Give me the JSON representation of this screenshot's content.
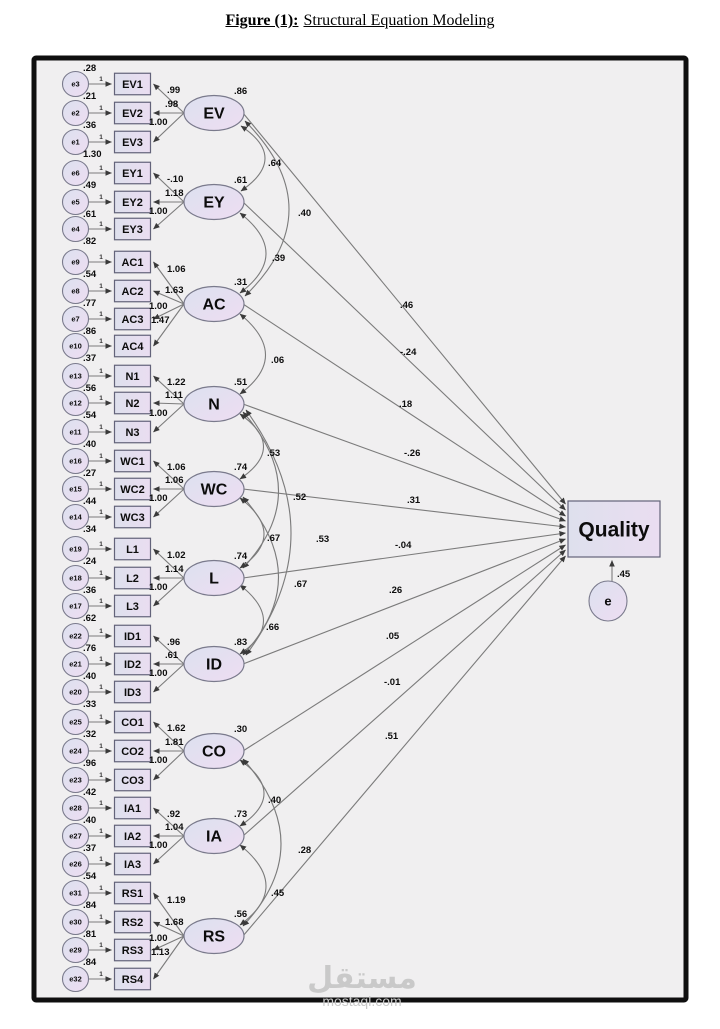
{
  "title": {
    "bold": "Figure (1):",
    "rest": "Structural Equation Modeling"
  },
  "watermark": {
    "arabic": "مستقل",
    "domain": "mostaql.com"
  },
  "quality": {
    "label": "Quality",
    "error_label": "e",
    "error_loading": ".45"
  },
  "error_arrow_weight": "1",
  "groups": [
    {
      "latent": "EV",
      "variance": ".86",
      "path": ".46",
      "indicators": [
        {
          "name": "EV1",
          "loading": ".99",
          "error": "e3",
          "error_var": ".21",
          "note_above": ".28"
        },
        {
          "name": "EV2",
          "loading": ".98",
          "error": "e2",
          "error_var": ".36"
        },
        {
          "name": "EV3",
          "loading": "1.00",
          "error": "e1",
          "error_var": "1.30"
        }
      ]
    },
    {
      "latent": "EY",
      "variance": ".61",
      "path": "-.24",
      "indicators": [
        {
          "name": "EY1",
          "loading": "-.10",
          "error": "e6",
          "error_var": ".49"
        },
        {
          "name": "EY2",
          "loading": "1.18",
          "error": "e5",
          "error_var": ".61"
        },
        {
          "name": "EY3",
          "loading": "1.00",
          "error": "e4",
          "error_var": ".82"
        }
      ]
    },
    {
      "latent": "AC",
      "variance": ".31",
      "path": ".18",
      "indicators": [
        {
          "name": "AC1",
          "loading": "1.06",
          "error": "e9",
          "error_var": ".54"
        },
        {
          "name": "AC2",
          "loading": "1.63",
          "error": "e8",
          "error_var": ".77"
        },
        {
          "name": "AC3",
          "loading": "1.00",
          "error": "e7",
          "error_var": ".86"
        },
        {
          "name": "AC4",
          "loading": "1.47",
          "error": "e10",
          "error_var": ".37"
        }
      ]
    },
    {
      "latent": "N",
      "variance": ".51",
      "path": "-.26",
      "indicators": [
        {
          "name": "N1",
          "loading": "1.22",
          "error": "e13",
          "error_var": ".56"
        },
        {
          "name": "N2",
          "loading": "1.11",
          "error": "e12",
          "error_var": ".54"
        },
        {
          "name": "N3",
          "loading": "1.00",
          "error": "e11",
          "error_var": ".40"
        }
      ]
    },
    {
      "latent": "WC",
      "variance": ".74",
      "path": ".31",
      "indicators": [
        {
          "name": "WC1",
          "loading": "1.06",
          "error": "e16",
          "error_var": ".27"
        },
        {
          "name": "WC2",
          "loading": "1.06",
          "error": "e15",
          "error_var": ".44"
        },
        {
          "name": "WC3",
          "loading": "1.00",
          "error": "e14",
          "error_var": ".34"
        }
      ]
    },
    {
      "latent": "L",
      "variance": ".74",
      "path": "-.04",
      "indicators": [
        {
          "name": "L1",
          "loading": "1.02",
          "error": "e19",
          "error_var": ".24"
        },
        {
          "name": "L2",
          "loading": "1.14",
          "error": "e18",
          "error_var": ".36"
        },
        {
          "name": "L3",
          "loading": "1.00",
          "error": "e17",
          "error_var": ".62"
        }
      ]
    },
    {
      "latent": "ID",
      "variance": ".83",
      "path": ".26",
      "indicators": [
        {
          "name": "ID1",
          "loading": ".96",
          "error": "e22",
          "error_var": ".76"
        },
        {
          "name": "ID2",
          "loading": ".61",
          "error": "e21",
          "error_var": ".40"
        },
        {
          "name": "ID3",
          "loading": "1.00",
          "error": "e20",
          "error_var": ".33"
        }
      ]
    },
    {
      "latent": "CO",
      "variance": ".30",
      "path": ".05",
      "indicators": [
        {
          "name": "CO1",
          "loading": "1.62",
          "error": "e25",
          "error_var": ".32"
        },
        {
          "name": "CO2",
          "loading": "1.81",
          "error": "e24",
          "error_var": ".96"
        },
        {
          "name": "CO3",
          "loading": "1.00",
          "error": "e23",
          "error_var": ".42"
        }
      ]
    },
    {
      "latent": "IA",
      "variance": ".73",
      "path": "-.01",
      "indicators": [
        {
          "name": "IA1",
          "loading": ".92",
          "error": "e28",
          "error_var": ".40"
        },
        {
          "name": "IA2",
          "loading": "1.04",
          "error": "e27",
          "error_var": ".37"
        },
        {
          "name": "IA3",
          "loading": "1.00",
          "error": "e26",
          "error_var": ".54"
        }
      ]
    },
    {
      "latent": "RS",
      "variance": ".56",
      "path": ".51",
      "indicators": [
        {
          "name": "RS1",
          "loading": "1.19",
          "error": "e31",
          "error_var": ".84"
        },
        {
          "name": "RS2",
          "loading": "1.68",
          "error": "e30",
          "error_var": ".81"
        },
        {
          "name": "RS3",
          "loading": "1.00",
          "error": "e29",
          "error_var": ".84"
        },
        {
          "name": "RS4",
          "loading": "1.13",
          "error": "e32"
        }
      ]
    }
  ],
  "covariances": [
    {
      "pair": "EV-EY",
      "value": ".64"
    },
    {
      "pair": "EV-AC",
      "value": ".40"
    },
    {
      "pair": "EY-AC",
      "value": ".39"
    },
    {
      "pair": "AC-N",
      "value": ".06"
    },
    {
      "pair": "N-WC",
      "value": ".53"
    },
    {
      "pair": "N-L",
      "value": ".52"
    },
    {
      "pair": "N-ID",
      "value": ".53"
    },
    {
      "pair": "WC-L",
      "value": ".67"
    },
    {
      "pair": "WC-ID",
      "value": ".67"
    },
    {
      "pair": "L-ID",
      "value": ".66"
    },
    {
      "pair": "CO-IA",
      "value": ".40"
    },
    {
      "pair": "CO-RS",
      "value": ".28"
    },
    {
      "pair": "IA-RS",
      "value": ".45"
    }
  ]
}
